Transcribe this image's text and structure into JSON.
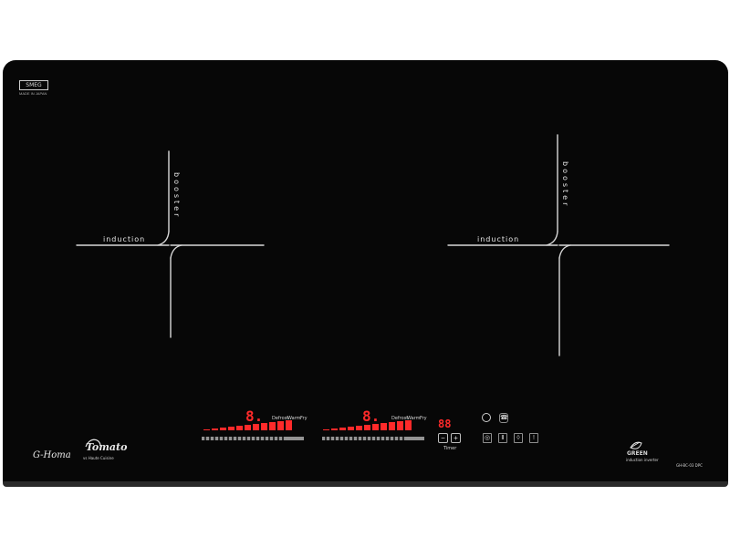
{
  "product": {
    "brand_badge": "SMEG",
    "brand_sub": "MADE IN JAPAN",
    "bottom_left_logo": "G-Homa",
    "partner_logo": "Tomato",
    "partner_sub": "vs Haute Cuisine",
    "green_logo": "GREEN",
    "green_sub": "induction inverter",
    "model": "GH-BC-03 DPC"
  },
  "zones": [
    {
      "label_horizontal": "induction",
      "label_vertical": "booster"
    },
    {
      "label_horizontal": "induction",
      "label_vertical": "booster"
    }
  ],
  "controls": {
    "left_display": "8.",
    "right_display": "8.",
    "timer_display": "88",
    "power_modes": [
      "Defrost",
      "Warm",
      "Fry"
    ],
    "timer_label": "Timer",
    "timer_minus": "−",
    "timer_plus": "+"
  },
  "icons": [
    "power-icon",
    "lock-icon",
    "child-lock-icon",
    "pause-icon",
    "flame-icon",
    "settings-icon"
  ],
  "colors": {
    "glass": "#070707",
    "display_red": "#ff2a2a",
    "text": "#e8e8e8"
  }
}
